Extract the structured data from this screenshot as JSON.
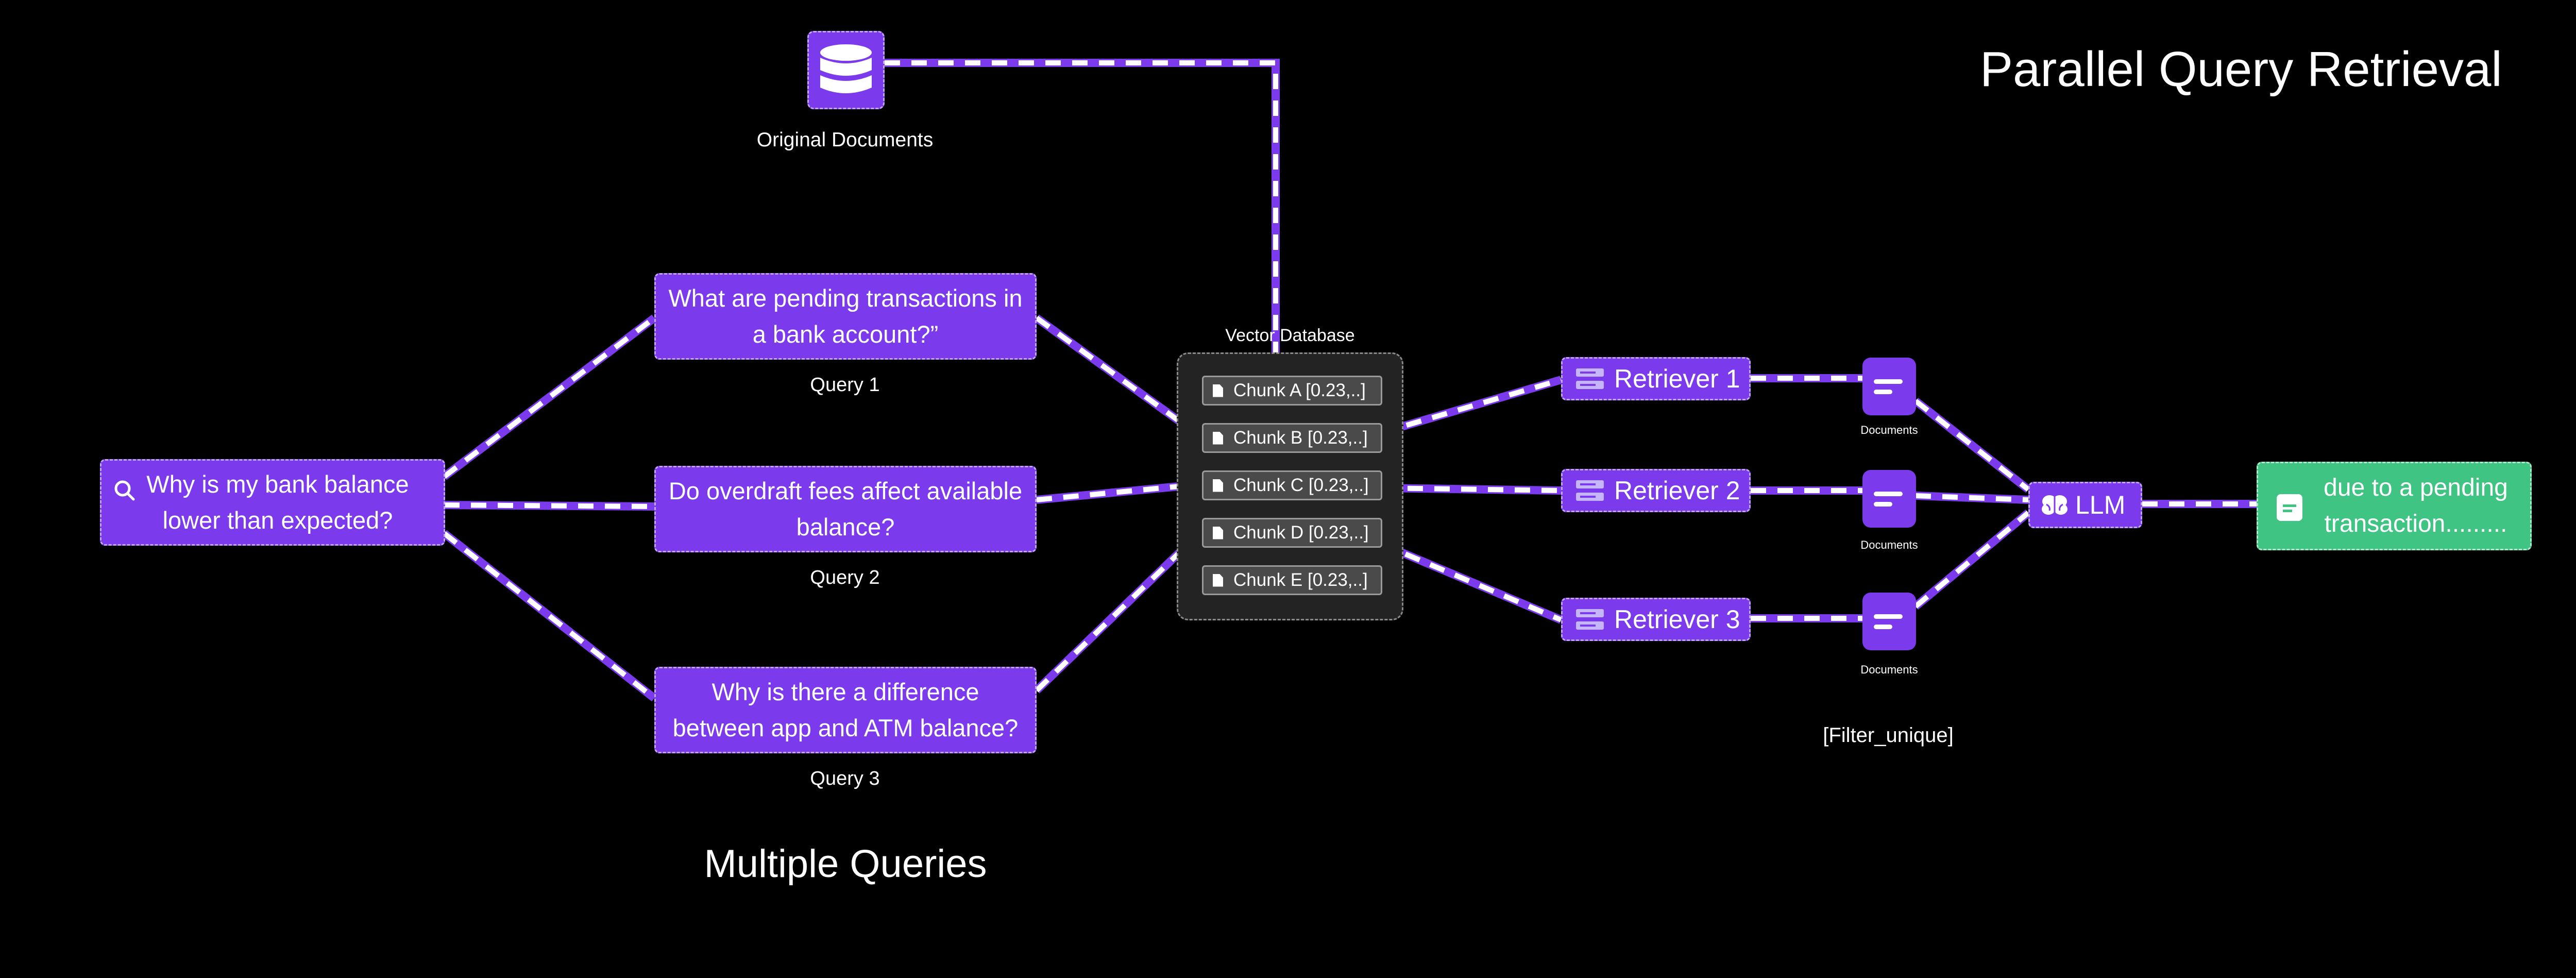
{
  "title": "Parallel Query Retrieval",
  "subtitle": "Multiple Queries",
  "user_query": "Why is my bank balance lower than expected?",
  "original_documents_label": "Original Documents",
  "vector_db_label": "Vector Database",
  "queries": [
    {
      "text": "What are pending transactions in a bank account?”",
      "label": "Query 1"
    },
    {
      "text": "Do overdraft fees affect available balance?",
      "label": "Query 2"
    },
    {
      "text": "Why is there a difference between app and ATM balance?",
      "label": "Query 3"
    }
  ],
  "chunks": [
    "Chunk A [0.23,..]",
    "Chunk B [0.23,..]",
    "Chunk C [0.23,..]",
    "Chunk D [0.23,..]",
    "Chunk E [0.23,..]"
  ],
  "retrievers": [
    "Retriever 1",
    "Retriever 2",
    "Retriever 3"
  ],
  "documents_label": "Documents",
  "filter_label": "[Filter_unique]",
  "llm_label": "LLM",
  "answer_text": "due to a pending transaction.........",
  "colors": {
    "node": "#7c3aed",
    "answer": "#3fc483",
    "vector_db": "#232323",
    "chunk": "#4a4a4a",
    "background": "#000000"
  },
  "icons": [
    "search-icon",
    "database-icon",
    "document-icon",
    "retriever-icon",
    "documents-icon",
    "brain-icon",
    "answer-icon"
  ]
}
